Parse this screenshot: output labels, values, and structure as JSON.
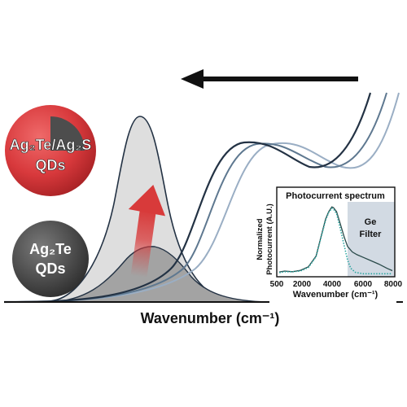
{
  "main_figure": {
    "x_axis_label": "Wavenumber (cm⁻¹)",
    "arrow_direction": "left",
    "colors": {
      "curve_dark": "#233244",
      "curve_mid": "#5e7890",
      "curve_light": "#9aaec4",
      "large_peak_fill": "#dedede",
      "small_peak_fill": "#9e9e9e",
      "growth_arrow": "#d83a3a",
      "baseline": "#111111"
    }
  },
  "particles": {
    "core_shell": {
      "line1": "Ag₂Te/Ag₂S",
      "line2": "QDs",
      "shell_color": "#d8393c",
      "core_color": "#4d4d4d"
    },
    "core_only": {
      "line1": "Ag₂Te",
      "line2": "QDs",
      "color": "#4d4d4d"
    }
  },
  "inset": {
    "title": "Photocurrent spectrum",
    "ylabel_line1": "Normalized",
    "ylabel_line2": "Photocurrent (A.U.)",
    "xlabel": "Wavenumber (cm⁻¹)",
    "xtick_labels": [
      "500",
      "2000",
      "4000",
      "6000",
      "8000"
    ],
    "filter_label_line1": "Ge",
    "filter_label_line2": "Filter",
    "filter_start": 5000,
    "filter_color": "#d2dae3",
    "chart_data": {
      "type": "line",
      "title": "Photocurrent spectrum",
      "xlabel": "Wavenumber (cm⁻¹)",
      "ylabel": "Normalized Photocurrent (A.U.)",
      "xlim": [
        500,
        8000
      ],
      "ylim": [
        0,
        1.05
      ],
      "series": [
        {
          "style": "solid",
          "color": "#2a4a4a",
          "x": [
            500,
            1000,
            1500,
            2000,
            2500,
            3000,
            3300,
            3600,
            3800,
            4000,
            4100,
            4300,
            4500,
            4800,
            5000,
            5300,
            5600,
            6000,
            6500,
            7000,
            7500,
            8000
          ],
          "y": [
            0.04,
            0.06,
            0.05,
            0.07,
            0.12,
            0.28,
            0.55,
            0.82,
            0.93,
            1.0,
            0.99,
            0.93,
            0.78,
            0.55,
            0.42,
            0.34,
            0.3,
            0.26,
            0.21,
            0.16,
            0.1,
            0.05
          ]
        },
        {
          "style": "dotted",
          "color": "#2aa5a0",
          "x": [
            500,
            1000,
            1500,
            2000,
            2500,
            3000,
            3300,
            3600,
            3800,
            4000,
            4100,
            4300,
            4500,
            4800,
            5000,
            5200,
            5500,
            6000,
            6500,
            7000,
            7500,
            8000
          ],
          "y": [
            0.03,
            0.05,
            0.05,
            0.06,
            0.11,
            0.27,
            0.54,
            0.8,
            0.92,
            0.98,
            0.97,
            0.9,
            0.72,
            0.42,
            0.22,
            0.1,
            0.04,
            0.02,
            0.02,
            0.02,
            0.02,
            0.02
          ]
        }
      ]
    }
  }
}
